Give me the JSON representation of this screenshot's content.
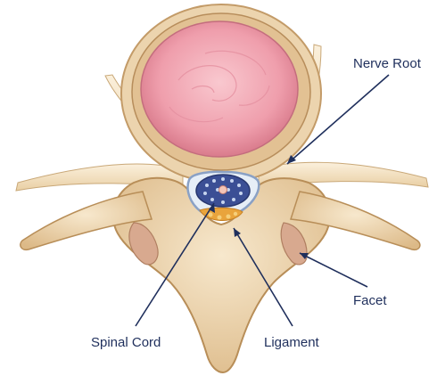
{
  "labels": {
    "nerve_root": "Nerve Root",
    "facet": "Facet",
    "spinal_cord": "Spinal Cord",
    "ligament": "Ligament"
  },
  "colors": {
    "bone": "#f2dcb8",
    "bone_shadow": "#d9b98a",
    "disc_ring": "#ead2ad",
    "disc_nucleus": "#f3b6c0",
    "nerve": "#f7e6c7",
    "canal_fill": "#3b4f95",
    "ligament_fill": "#e9a43c",
    "pointer": "#1f2f5c",
    "text": "#1f2f5c"
  }
}
